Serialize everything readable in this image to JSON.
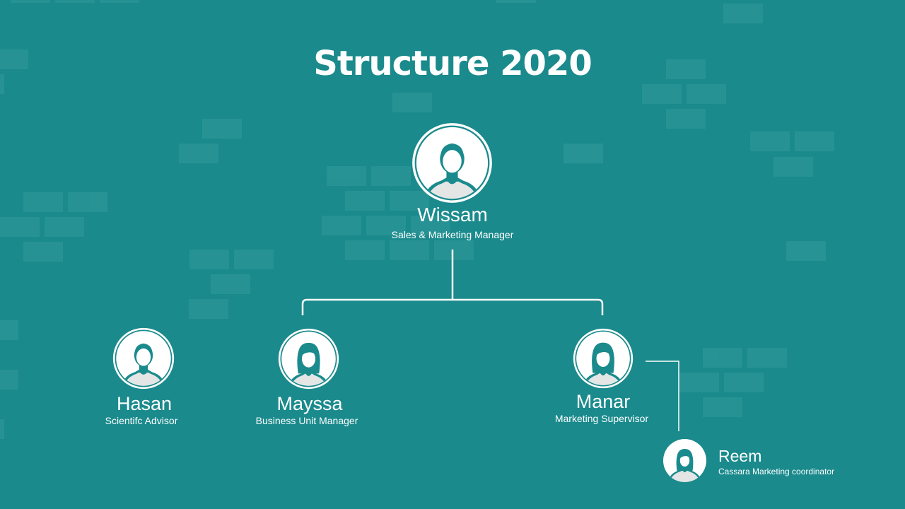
{
  "title": "Structure 2020",
  "colors": {
    "background": "#1a8a8c",
    "avatar_fill": "#1a8a8c",
    "line": "#ffffff",
    "text": "#ffffff",
    "brick": "#2a9496"
  },
  "people": [
    {
      "name": "Wissam",
      "role": "Sales & Marketing Manager",
      "avatar": "male-user-icon"
    },
    {
      "name": "Hasan",
      "role": "Scientifc Advisor",
      "avatar": "male-user-icon"
    },
    {
      "name": "Mayssa",
      "role": "Business Unit Manager",
      "avatar": "female-user-icon"
    },
    {
      "name": "Manar",
      "role": "Marketing Supervisor",
      "avatar": "female-user-icon"
    },
    {
      "name": "Reem",
      "role": "Cassara Marketing coordinator",
      "avatar": "female-user-icon"
    }
  ]
}
